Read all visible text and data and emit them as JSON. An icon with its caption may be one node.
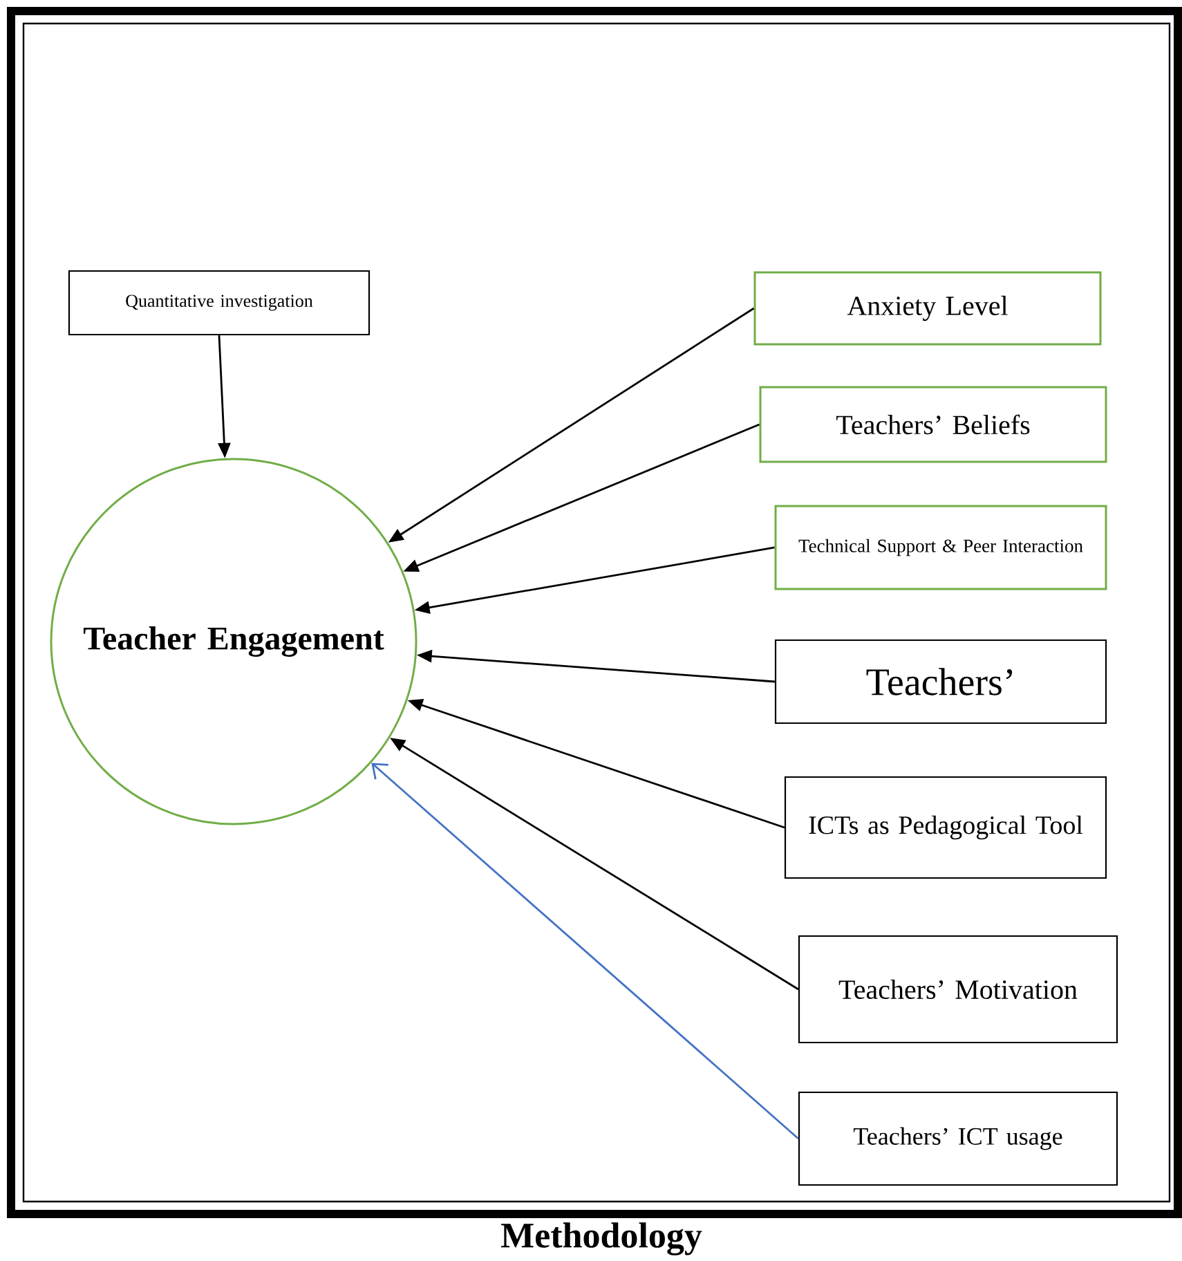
{
  "diagram": {
    "caption": "Methodology",
    "nodes": [
      {
        "text": [
          "Teacher Engagement"
        ]
      },
      {
        "text": [
          "Quantitative investigation"
        ]
      },
      {
        "text": [
          "Anxiety Level"
        ]
      },
      {
        "text": [
          "Teachers’ Beliefs"
        ]
      },
      {
        "text": [
          "Technical Support & Peer Interaction"
        ]
      },
      {
        "text": [
          "Teachers’"
        ]
      },
      {
        "text": [
          "ICTs as Pedagogical Tool"
        ]
      },
      {
        "text": [
          "Teachers’ Motivation"
        ]
      },
      {
        "text": [
          "Teachers’ ICT usage"
        ]
      }
    ],
    "edges": [
      {
        "from": 1,
        "to": 0,
        "arrow": "to"
      },
      {
        "from": 2,
        "to": 0,
        "arrow": "to"
      },
      {
        "from": 3,
        "to": 0,
        "arrow": "to"
      },
      {
        "from": 4,
        "to": 0,
        "arrow": "to"
      },
      {
        "from": 5,
        "to": 0,
        "arrow": "to"
      },
      {
        "from": 6,
        "to": 0,
        "arrow": "to"
      },
      {
        "from": 7,
        "to": 0,
        "arrow": "to"
      },
      {
        "from": 8,
        "to": 0,
        "arrow": "to",
        "color": "#4472c4"
      }
    ]
  }
}
